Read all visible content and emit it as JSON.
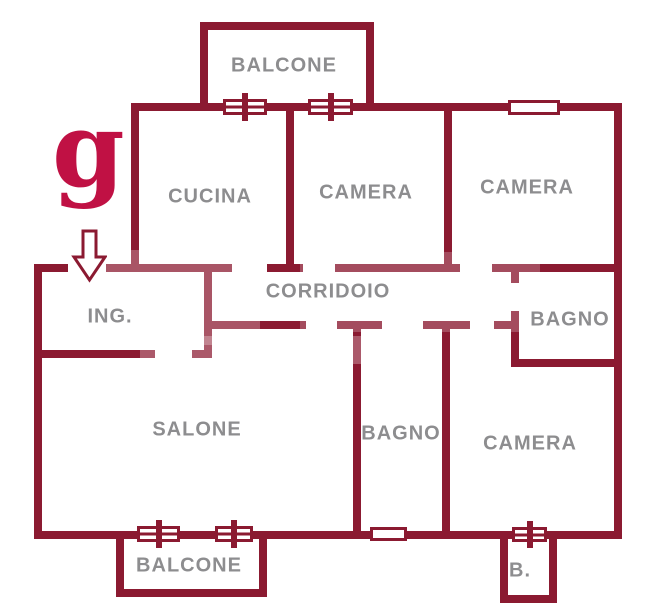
{
  "colors": {
    "wall": "#8B1A31",
    "logo": "#C01144",
    "label": "#8D8D8F",
    "background": "#FFFFFF"
  },
  "logo": {
    "letter": "g"
  },
  "entrance": {
    "symbol": "down-arrow"
  },
  "rooms": {
    "balcone_top": {
      "label": "BALCONE"
    },
    "cucina": {
      "label": "CUCINA"
    },
    "camera_top_middle": {
      "label": "CAMERA"
    },
    "camera_top_right": {
      "label": "CAMERA"
    },
    "ingresso": {
      "label": "ING."
    },
    "corridoio": {
      "label": "CORRIDOIO"
    },
    "bagno_right": {
      "label": "BAGNO"
    },
    "salone": {
      "label": "SALONE"
    },
    "bagno_middle": {
      "label": "BAGNO"
    },
    "camera_bottom": {
      "label": "CAMERA"
    },
    "balcone_bottom": {
      "label": "BALCONE"
    },
    "balcone_small": {
      "label": "B."
    }
  }
}
